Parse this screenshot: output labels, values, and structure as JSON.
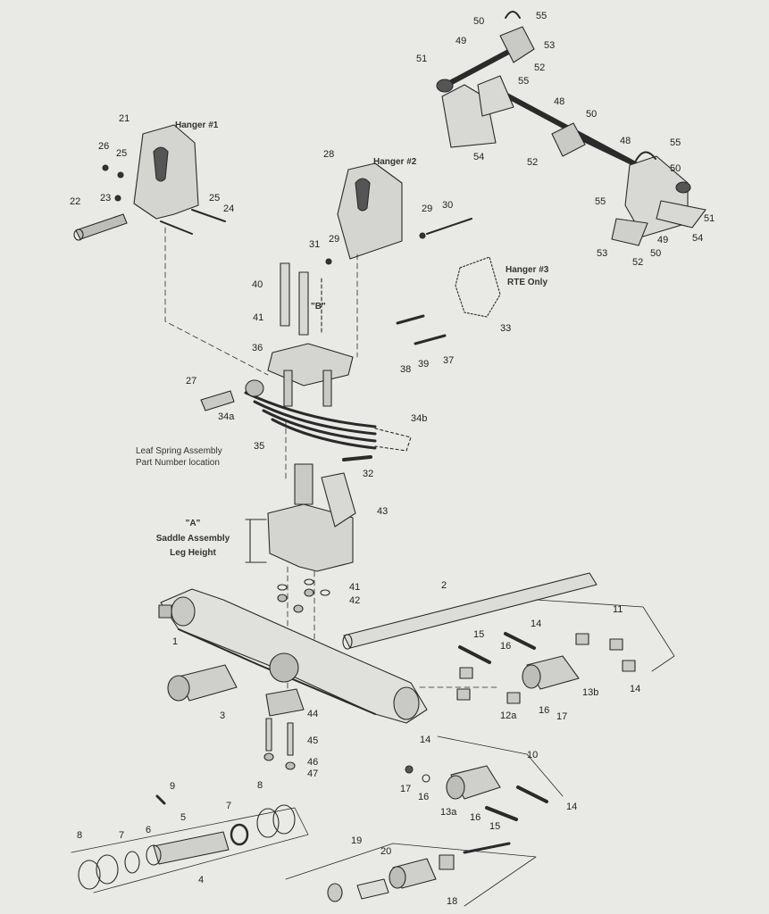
{
  "labels": {
    "hanger1": "Hanger #1",
    "hanger2": "Hanger #2",
    "hanger3_line1": "Hanger #3",
    "hanger3_line2": "RTE Only",
    "dim_b": "\"B\"",
    "leaf_line1": "Leaf Spring Assembly",
    "leaf_line2": "Part Number location",
    "saddle_line1": "\"A\"",
    "saddle_line2": "Saddle Assembly",
    "saddle_line3": "Leg Height"
  },
  "callouts": {
    "c55a": "55",
    "c50a": "50",
    "c53a": "53",
    "c49a": "49",
    "c51a": "51",
    "c52a": "52",
    "c55b": "55",
    "c54a": "54",
    "c48a": "48",
    "c50b": "50",
    "c52b": "52",
    "c48b": "48",
    "c55c": "55",
    "c50c": "50",
    "c51b": "51",
    "c55d": "55",
    "c54b": "54",
    "c49b": "49",
    "c53b": "53",
    "c52c": "52",
    "c50d": "50",
    "c21": "21",
    "c26": "26",
    "c25a": "25",
    "c25b": "25",
    "c24": "24",
    "c22": "22",
    "c23": "23",
    "c28": "28",
    "c29a": "29",
    "c30": "30",
    "c31": "31",
    "c29b": "29",
    "c33": "33",
    "c40": "40",
    "c41a": "41",
    "c36": "36",
    "c38": "38",
    "c39": "39",
    "c37": "37",
    "c27": "27",
    "c34a": "34a",
    "c34b": "34b",
    "c35": "35",
    "c32": "32",
    "c43": "43",
    "c41b": "41",
    "c42": "42",
    "c2": "2",
    "c11": "11",
    "c1": "1",
    "c15a": "15",
    "c16a": "16",
    "c14a": "14",
    "c14b": "14",
    "c13b": "13b",
    "c16b": "16",
    "c17a": "17",
    "c12a": "12a",
    "c3": "3",
    "c44": "44",
    "c45": "45",
    "c46": "46",
    "c47": "47",
    "c14c": "14",
    "c10": "10",
    "c17b": "17",
    "c16c": "16",
    "c13a": "13a",
    "c16d": "16",
    "c14d": "14",
    "c15b": "15",
    "c9": "9",
    "c8a": "8",
    "c8b": "8",
    "c7a": "7",
    "c7b": "7",
    "c6": "6",
    "c5": "5",
    "c4": "4",
    "c19": "19",
    "c20": "20",
    "c18": "18"
  }
}
